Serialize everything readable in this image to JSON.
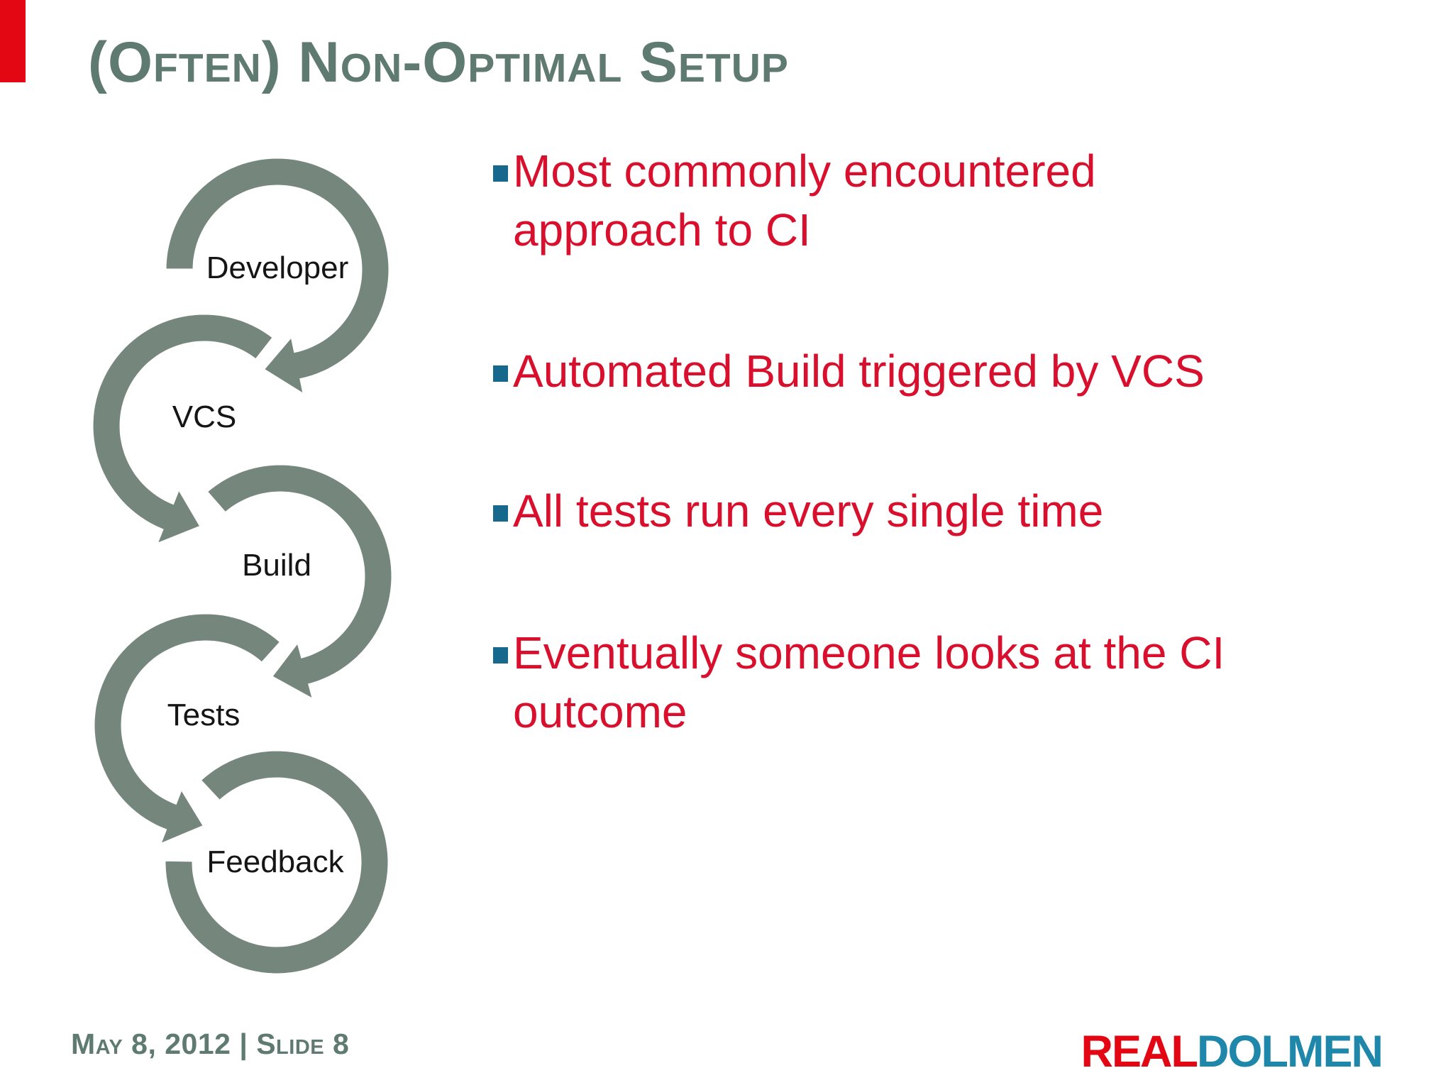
{
  "slide": {
    "title": "(Often) Non-Optimal Setup"
  },
  "diagram": {
    "stages": [
      {
        "label": "Developer"
      },
      {
        "label": "VCS"
      },
      {
        "label": "Build"
      },
      {
        "label": "Tests"
      },
      {
        "label": "Feedback"
      }
    ]
  },
  "bullets": {
    "items": [
      {
        "lines": [
          "Most commonly encountered",
          "approach to CI"
        ]
      },
      {
        "lines": [
          "Automated Build triggered by VCS"
        ]
      },
      {
        "lines": [
          "All tests run every single time"
        ]
      },
      {
        "lines": [
          "Eventually someone looks at the CI",
          "outcome"
        ]
      }
    ]
  },
  "footer": {
    "date_slide": "May 8, 2012 | Slide 8"
  },
  "logo": {
    "part1": "REAL",
    "part2": "DOLMEN"
  },
  "colors": {
    "accent_red": "#e30613",
    "title_green": "#5f7a70",
    "bullet_text_red": "#d8102d",
    "bullet_marker_teal": "#16698c",
    "diagram_arrow_green": "#75867c",
    "diagram_label_black": "#151515",
    "logo_red": "#e30613",
    "logo_blue": "#1e87aa"
  }
}
